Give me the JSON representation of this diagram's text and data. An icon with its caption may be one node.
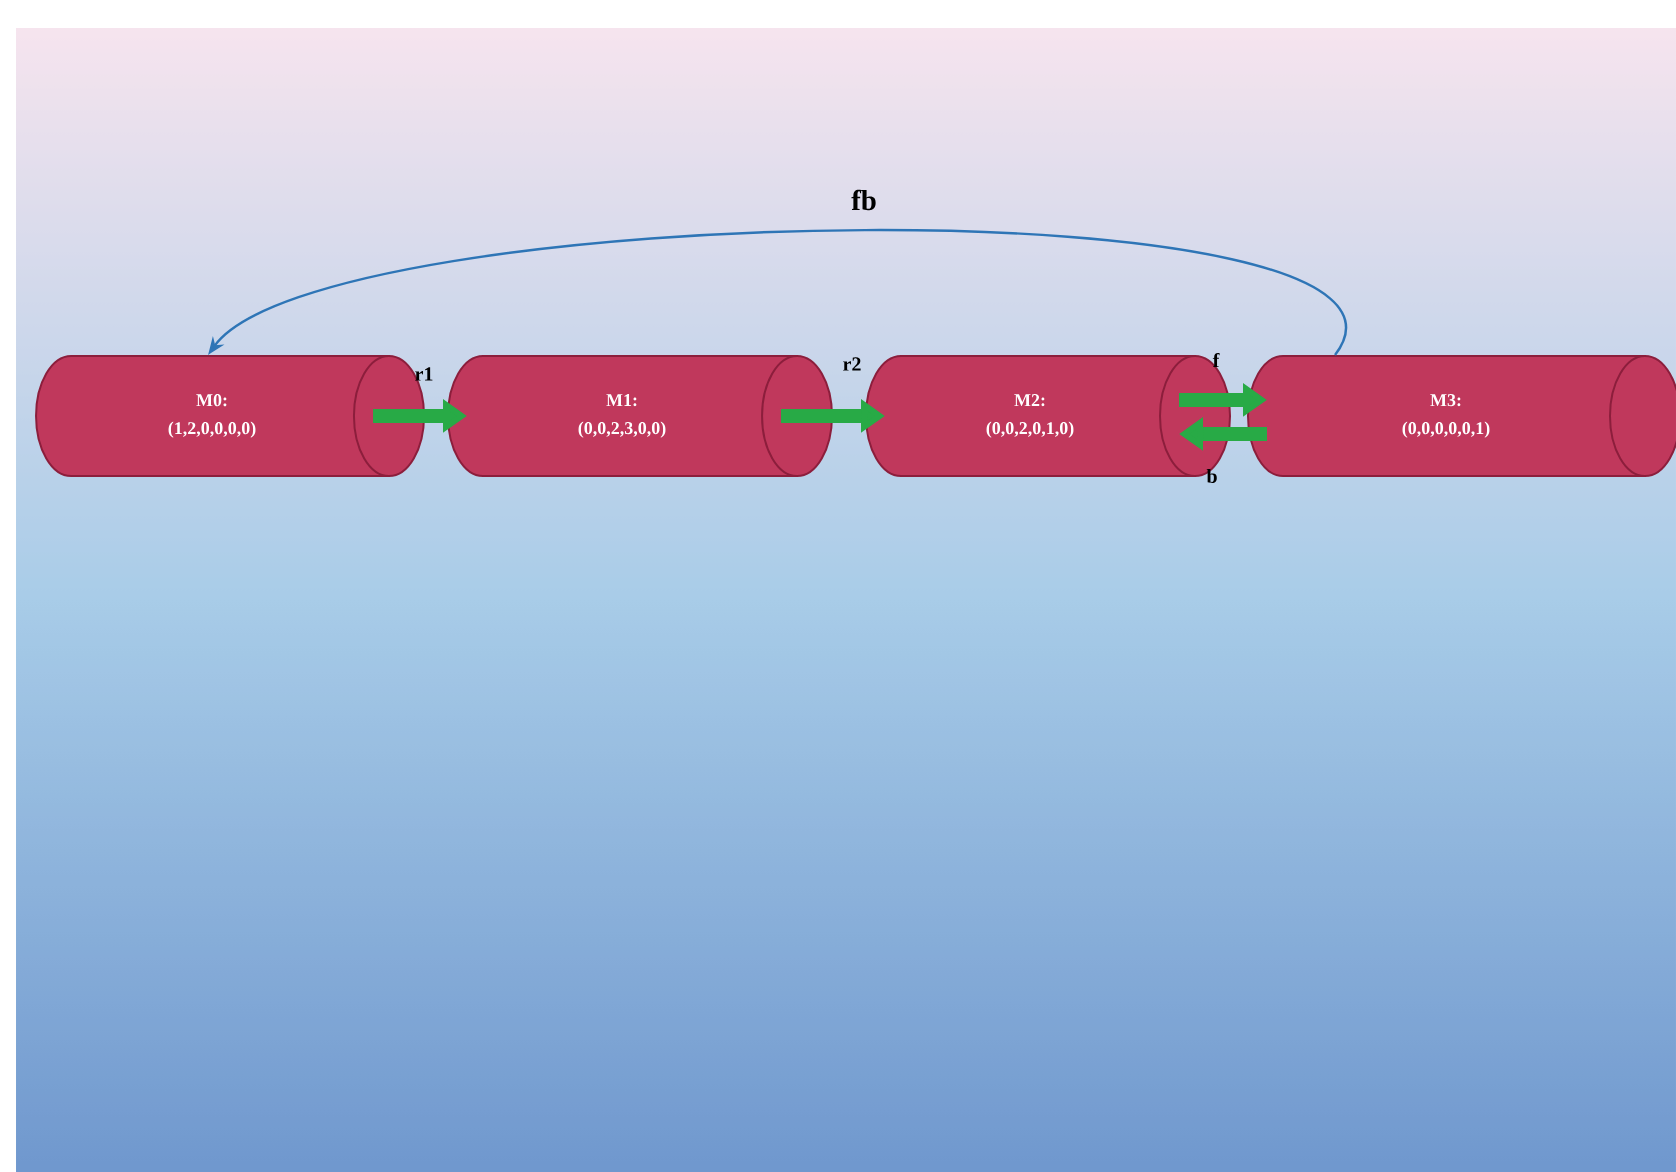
{
  "diagram": {
    "nodes": [
      {
        "text": [
          "M0:",
          "(1,2,0,0,0,0)"
        ]
      },
      {
        "text": [
          "M1:",
          "(0,0,2,3,0,0)"
        ]
      },
      {
        "text": [
          "M2:",
          "(0,0,2,0,1,0)"
        ]
      },
      {
        "text": [
          "M3:",
          "(0,0,0,0,0,1)"
        ]
      }
    ],
    "edges": [
      {
        "from": 0,
        "to": 1,
        "arrow": "to",
        "label": "r1"
      },
      {
        "from": 1,
        "to": 2,
        "arrow": "to",
        "label": "r2"
      },
      {
        "from": 2,
        "to": 3,
        "arrow": "to",
        "label": "f"
      },
      {
        "from": 3,
        "to": 2,
        "arrow": "to",
        "label": "b"
      },
      {
        "from": 3,
        "to": 0,
        "arrow": "to",
        "label": "fb",
        "color": "#2e75b6"
      }
    ]
  }
}
